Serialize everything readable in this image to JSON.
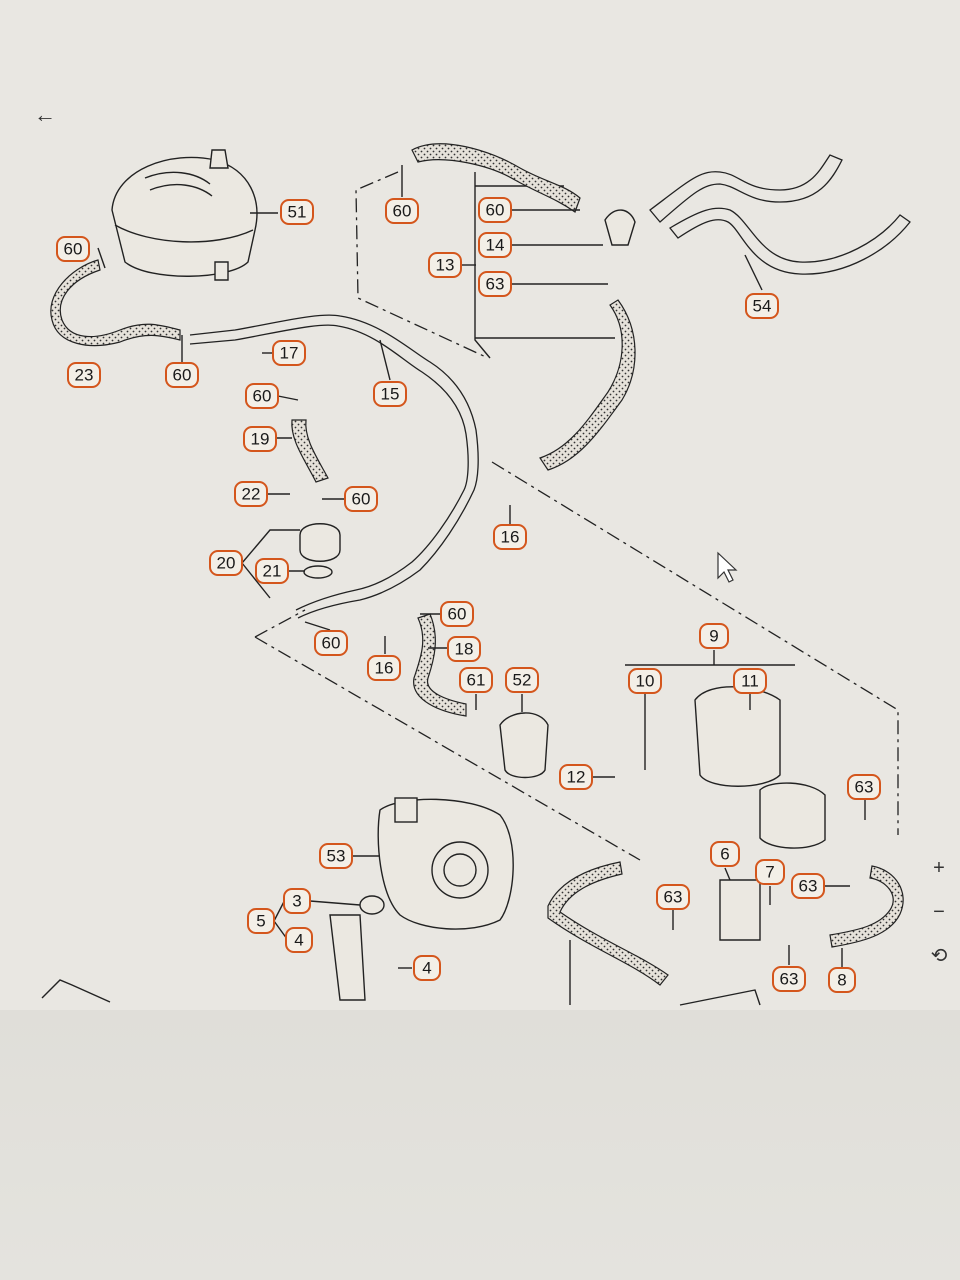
{
  "navigation": {
    "back_icon": "arrow-left-icon",
    "back_glyph": "←"
  },
  "zoom": {
    "zoom_in_glyph": "+",
    "zoom_out_glyph": "−",
    "reset_glyph": "⟲"
  },
  "callouts": {
    "c51": "51",
    "c60a": "60",
    "c60b": "60",
    "c60c": "60",
    "c60d": "60",
    "c60e": "60",
    "c60f": "60",
    "c60g": "60",
    "c13": "13",
    "c14": "14",
    "c63a": "63",
    "c54": "54",
    "c23": "23",
    "c17": "17",
    "c15": "15",
    "c19": "19",
    "c22": "22",
    "c16a": "16",
    "c20": "20",
    "c21": "21",
    "c16b": "16",
    "c18": "18",
    "c61": "61",
    "c52": "52",
    "c9": "9",
    "c10": "10",
    "c11": "11",
    "c12": "12",
    "c63b": "63",
    "c6": "6",
    "c7": "7",
    "c63c": "63",
    "c63d": "63",
    "c63e": "63",
    "c8": "8",
    "c53": "53",
    "c3": "3",
    "c5": "5",
    "c4a": "4",
    "c4b": "4"
  }
}
